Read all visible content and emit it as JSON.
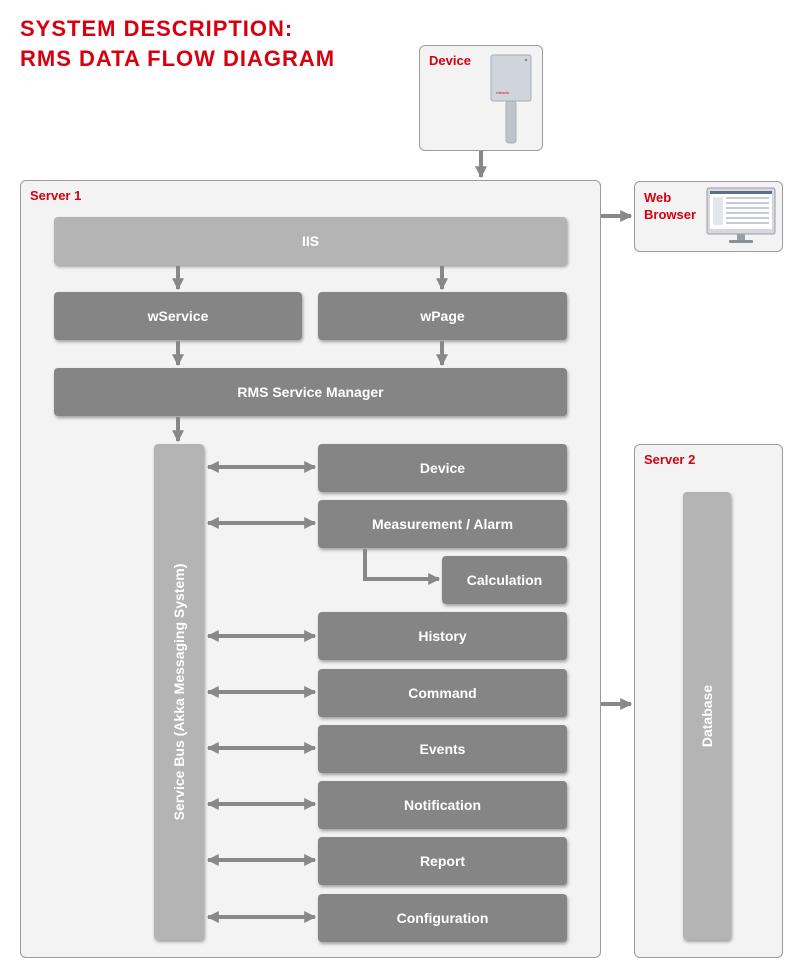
{
  "title": {
    "line1": "SYSTEM DESCRIPTION:",
    "line2": "RMS DATA FLOW DIAGRAM"
  },
  "device_panel": {
    "label": "Device",
    "sensor_brand": "rotronic"
  },
  "browser_panel": {
    "label_line1": "Web",
    "label_line2": "Browser"
  },
  "server1": {
    "label": "Server 1",
    "iis": "IIS",
    "wservice": "wService",
    "wpage": "wPage",
    "service_manager": "RMS Service Manager",
    "service_bus": "Service Bus (Akka Messaging System)",
    "modules": {
      "device": "Device",
      "measurement_alarm": "Measurement / Alarm",
      "calculation": "Calculation",
      "history": "History",
      "command": "Command",
      "events": "Events",
      "notification": "Notification",
      "report": "Report",
      "configuration": "Configuration"
    }
  },
  "server2": {
    "label": "Server 2",
    "database": "Database"
  },
  "colors": {
    "accent": "#d7000f",
    "box_dark": "#858585",
    "box_light": "#b4b4b4",
    "panel_bg": "#f3f3f3",
    "arrow": "#888888"
  }
}
